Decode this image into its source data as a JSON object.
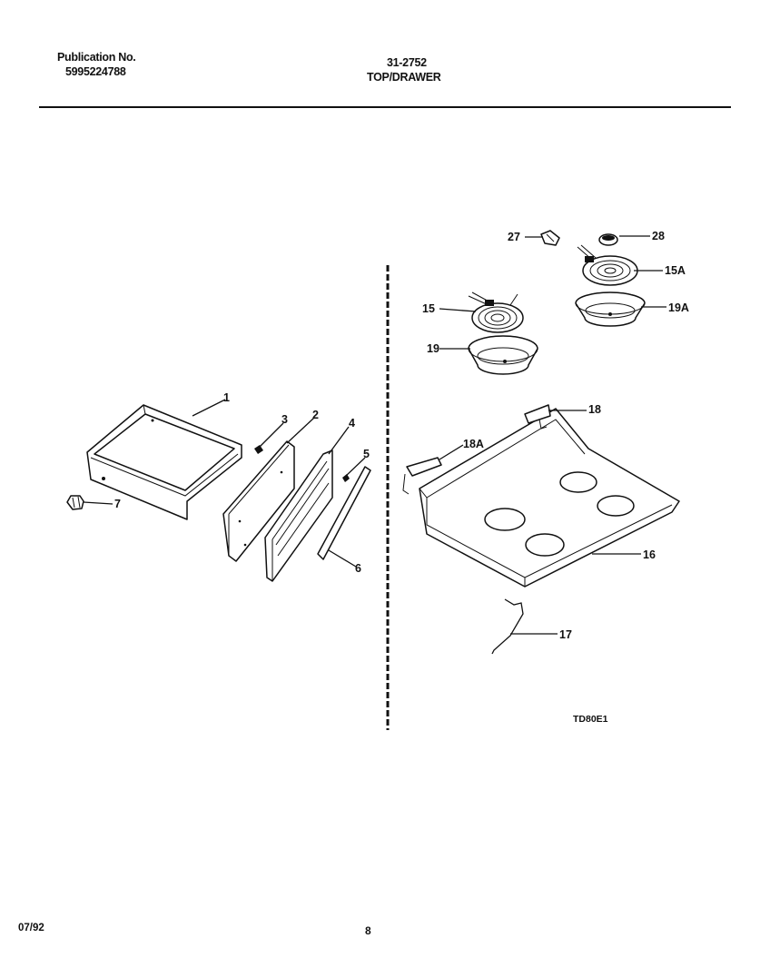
{
  "header": {
    "publication_label": "Publication No.",
    "publication_number": "5995224788",
    "document_number": "31-2752",
    "title": "TOP/DRAWER"
  },
  "callouts": {
    "p1": "1",
    "p2": "2",
    "p3": "3",
    "p4": "4",
    "p5": "5",
    "p6": "6",
    "p7": "7",
    "p15": "15",
    "p15A": "15A",
    "p16": "16",
    "p17": "17",
    "p18": "18",
    "p18A": "18A",
    "p19": "19",
    "p19A": "19A",
    "p27": "27",
    "p28": "28"
  },
  "drawing_code": "TD80E1",
  "footer": {
    "date": "07/92",
    "page": "8"
  }
}
